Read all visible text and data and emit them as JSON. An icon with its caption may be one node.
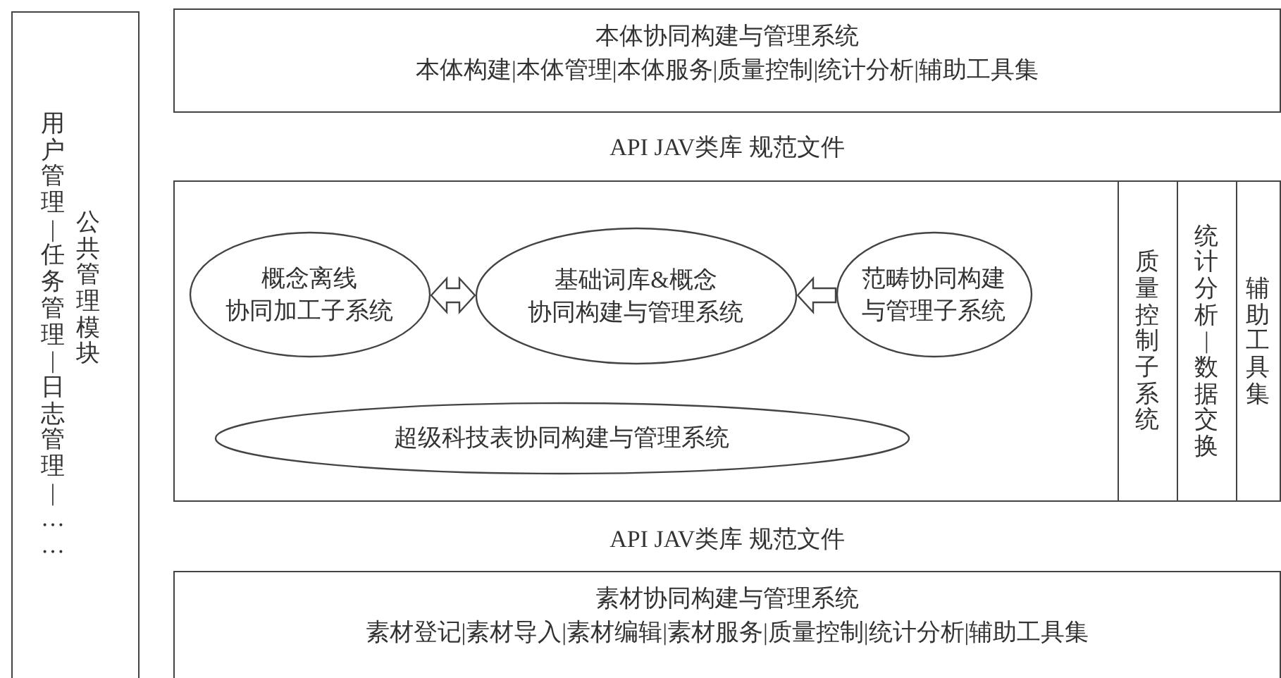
{
  "diagram": {
    "nodes": [
      {
        "text": [
          "用户管理|任务管理|日志管理|……",
          "公共管理模块"
        ]
      },
      {
        "text": [
          "本体协同构建与管理系统",
          "本体构建|本体管理|本体服务|质量控制|统计分析|辅助工具集"
        ]
      },
      {
        "text": [],
        "shape": "box"
      },
      {
        "text": [
          "概念离线协同加工子系统"
        ],
        "in": 2
      },
      {
        "text": [
          "基础词库&概念协同构建与管理系统"
        ],
        "in": 2
      },
      {
        "text": [
          "范畴协同构建与管理子系统"
        ],
        "in": 2
      },
      {
        "text": [
          "超级科技表协同构建与管理系统"
        ],
        "in": 2
      },
      {
        "text": [
          "质量控制子系统"
        ],
        "in": 2
      },
      {
        "text": [
          "统计分析|数据交换"
        ],
        "in": 2
      },
      {
        "text": [
          "辅助工具集"
        ],
        "in": 2
      },
      {
        "text": [
          "素材协同构建与管理系统",
          "素材登记|素材导入|素材编辑|素材服务|质量控制|统计分析|辅助工具集"
        ]
      }
    ],
    "edges": [
      {
        "from": 3,
        "to": 4,
        "arrow": "both"
      },
      {
        "from": 5,
        "to": 4,
        "arrow": "to"
      }
    ],
    "labels": [
      "API JAV类库 规范文件",
      "API JAV类库 规范文件"
    ]
  }
}
